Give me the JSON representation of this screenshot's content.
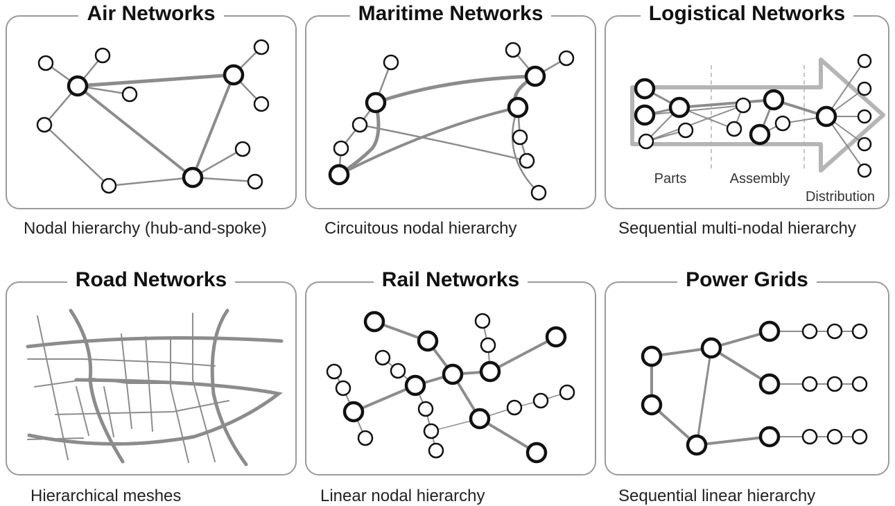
{
  "panels": [
    {
      "title": "Air Networks",
      "caption": "Nodal hierarchy (hub-and-spoke)"
    },
    {
      "title": "Maritime Networks",
      "caption": "Circuitous nodal hierarchy"
    },
    {
      "title": "Logistical Networks",
      "caption": "Sequential multi-nodal hierarchy",
      "stage_labels": [
        "Parts",
        "Assembly",
        "Distribution"
      ]
    },
    {
      "title": "Road Networks",
      "caption": "Hierarchical meshes"
    },
    {
      "title": "Rail Networks",
      "caption": "Linear nodal hierarchy"
    },
    {
      "title": "Power Grids",
      "caption": "Sequential linear hierarchy"
    }
  ],
  "colors": {
    "edge": "#8c8c8c",
    "node_stroke": "#111111",
    "border": "#9a9a9a"
  }
}
